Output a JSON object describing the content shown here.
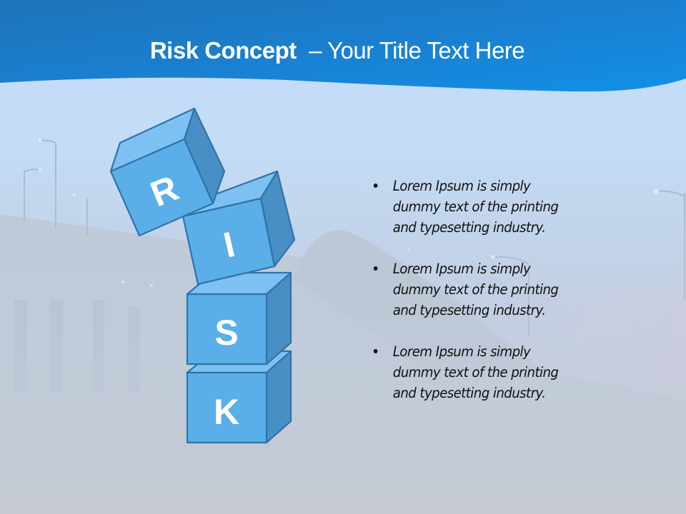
{
  "slide": {
    "title": {
      "bold": "Risk Concept",
      "rest": "– Your Title Text Here"
    },
    "blocks": [
      {
        "letter": "R"
      },
      {
        "letter": "I"
      },
      {
        "letter": "S"
      },
      {
        "letter": "K"
      }
    ],
    "bullets": [
      {
        "line1": "Lorem Ipsum is simply",
        "line2": "dummy text of the printing",
        "line3": "and typesetting industry."
      },
      {
        "line1": "Lorem Ipsum is simply",
        "line2": "dummy text of the printing",
        "line3": "and typesetting industry."
      },
      {
        "line1": "Lorem Ipsum is simply",
        "line2": "dummy text of the printing",
        "line3": "and typesetting industry."
      }
    ],
    "colors": {
      "header_dark": "#1466ad",
      "header_light": "#1e90e0",
      "block_front": "#5aafe9",
      "block_top": "#7cc1f1",
      "block_side": "#478fc4",
      "block_stroke": "#2f73a8"
    }
  }
}
